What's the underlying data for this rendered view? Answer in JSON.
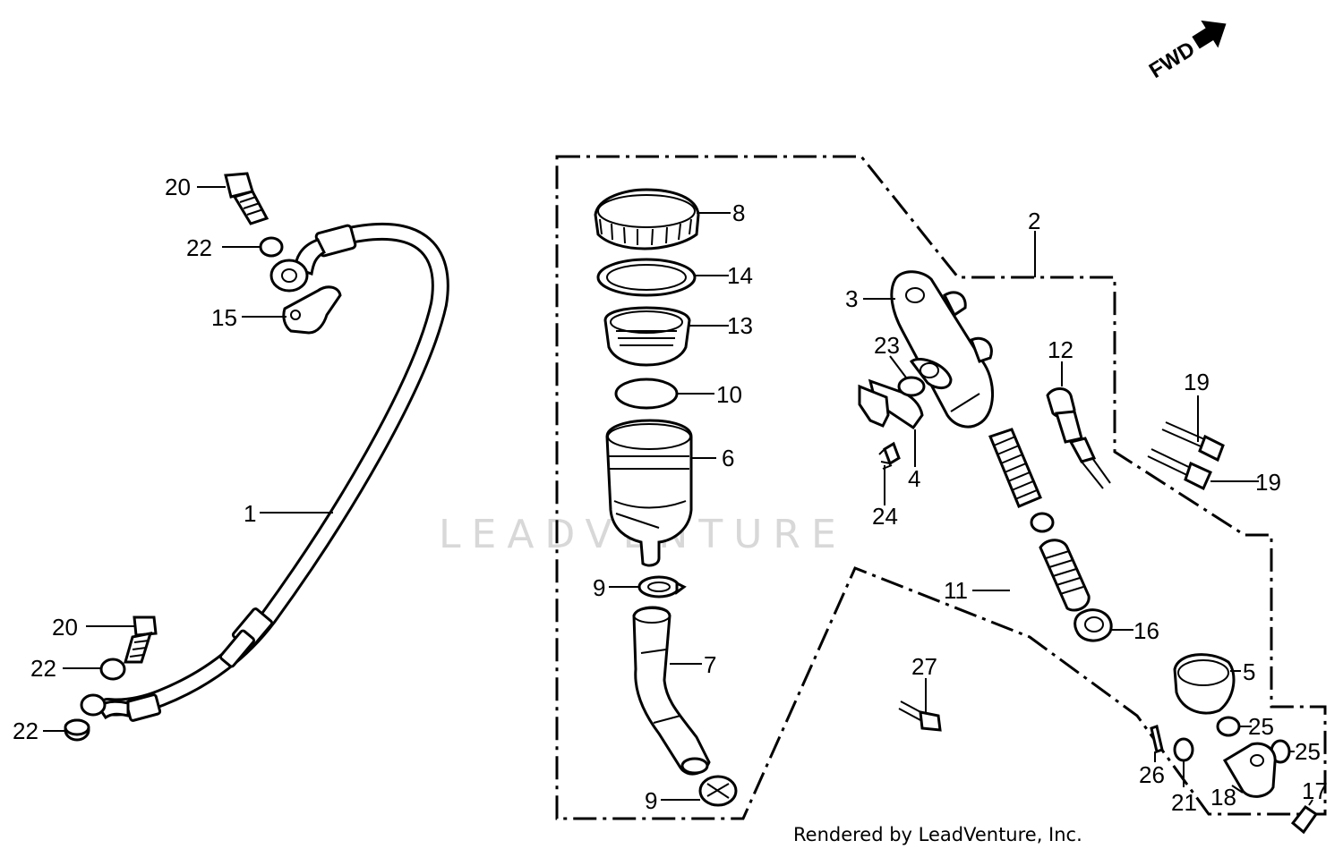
{
  "diagram": {
    "fwd_label": "FWD",
    "watermark": "LEADVENTURE",
    "footer": "Rendered by LeadVenture, Inc.",
    "callouts": {
      "c1": "1",
      "c2": "2",
      "c3": "3",
      "c4": "4",
      "c5": "5",
      "c6": "6",
      "c7": "7",
      "c8": "8",
      "c9a": "9",
      "c9b": "9",
      "c10": "10",
      "c11": "11",
      "c12": "12",
      "c13": "13",
      "c14": "14",
      "c15": "15",
      "c16": "16",
      "c17": "17",
      "c18": "18",
      "c19a": "19",
      "c19b": "19",
      "c20a": "20",
      "c20b": "20",
      "c21": "21",
      "c22a": "22",
      "c22b": "22",
      "c22c": "22",
      "c23": "23",
      "c24": "24",
      "c25a": "25",
      "c25b": "25",
      "c26": "26",
      "c27": "27"
    }
  }
}
